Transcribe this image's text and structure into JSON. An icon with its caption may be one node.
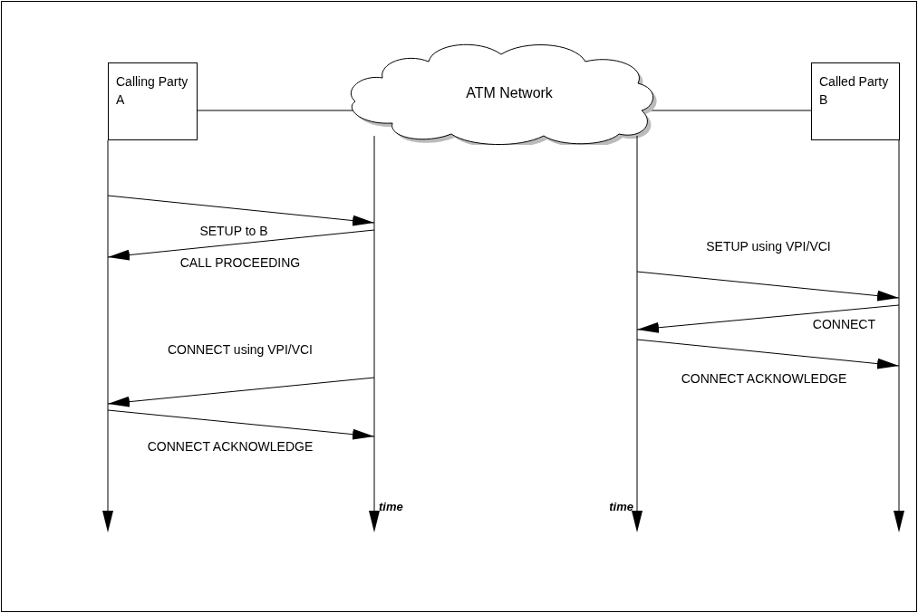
{
  "diagram": {
    "nodes": [
      {
        "text": [
          "Calling Party A"
        ]
      },
      {
        "text": [
          "ATM Network"
        ]
      },
      {
        "text": [
          "Called Party B"
        ]
      },
      {
        "text": [],
        "shape": "line"
      },
      {
        "text": [],
        "shape": "line",
        "beside": [
          "time"
        ]
      },
      {
        "text": [],
        "shape": "line",
        "beside": [
          "time"
        ]
      },
      {
        "text": [],
        "shape": "line"
      }
    ],
    "edges": [
      {
        "from": 0,
        "to": 1,
        "arrow": "none"
      },
      {
        "from": 1,
        "to": 2,
        "arrow": "none"
      },
      {
        "from": 3,
        "to": 4,
        "arrow": "to",
        "label": "SETUP to B"
      },
      {
        "from": 4,
        "to": 3,
        "arrow": "to",
        "label": "CALL PROCEEDING"
      },
      {
        "from": 4,
        "to": 3,
        "arrow": "to",
        "label": "CONNECT using VPI/VCI"
      },
      {
        "from": 3,
        "to": 4,
        "arrow": "to",
        "label": "CONNECT ACKNOWLEDGE"
      },
      {
        "from": 5,
        "to": 6,
        "arrow": "to",
        "label": "SETUP using VPI/VCI"
      },
      {
        "from": 6,
        "to": 5,
        "arrow": "to",
        "label": "CONNECT"
      },
      {
        "from": 5,
        "to": 6,
        "arrow": "to",
        "label": "CONNECT ACKNOWLEDGE"
      }
    ]
  }
}
